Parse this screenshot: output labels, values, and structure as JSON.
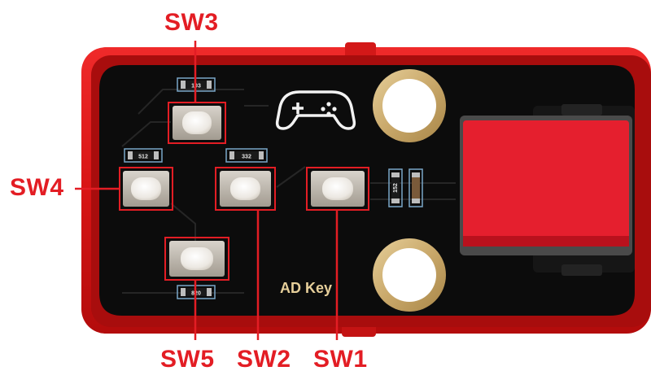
{
  "board": {
    "silkscreen_label": "AD Key",
    "icon": "gamepad-icon",
    "board_color": "#e31d24",
    "pcb_color": "#0c0c0c",
    "connector_color": "#e51f2e",
    "callout_color": "#e31d24"
  },
  "callouts": {
    "sw1": "SW1",
    "sw2": "SW2",
    "sw3": "SW3",
    "sw4": "SW4",
    "sw5": "SW5"
  },
  "resistor_marks": {
    "r1": "103",
    "r2": "512",
    "r3": "332",
    "r4": "152",
    "r5": "820"
  }
}
